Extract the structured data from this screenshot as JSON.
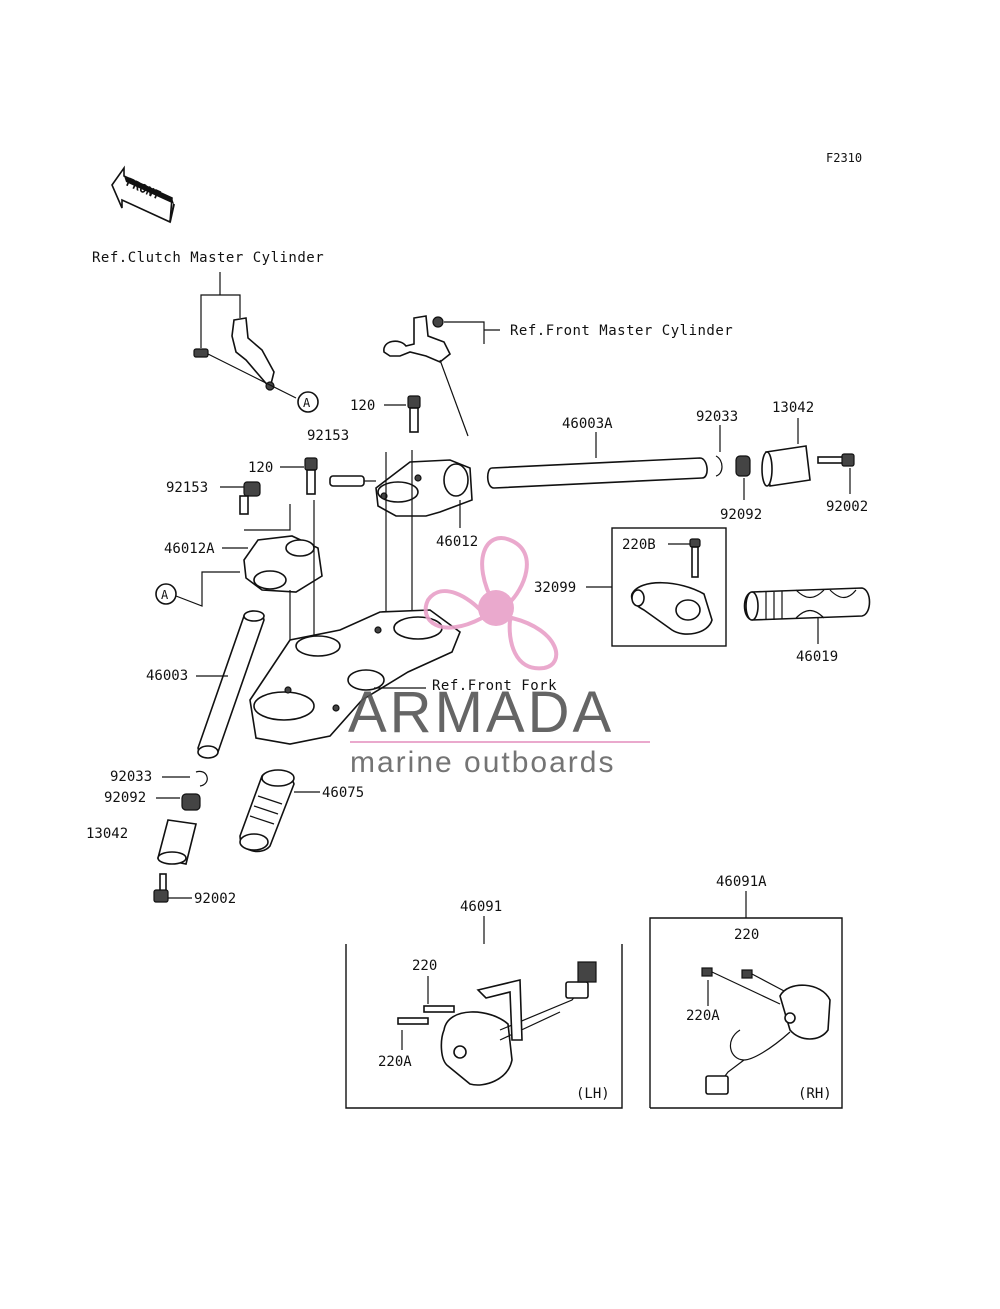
{
  "diagram": {
    "code": "F2310",
    "front_arrow": "FRONT",
    "refs": {
      "clutch": "Ref.Clutch Master Cylinder",
      "front_master": "Ref.Front Master Cylinder",
      "front_fork": "Ref.Front Fork"
    },
    "callout_a": "A",
    "parts": {
      "p120_top": "120",
      "p92153_top": "92153",
      "p120_left": "120",
      "p92153_left": "92153",
      "p46012a": "46012A",
      "p46012": "46012",
      "p46003a": "46003A",
      "p92033_right": "92033",
      "p13042_right": "13042",
      "p92092_right": "92092",
      "p92002_right": "92002",
      "p220b": "220B",
      "p32099": "32099",
      "p46019": "46019",
      "p46003": "46003",
      "p92033_left": "92033",
      "p92092_left": "92092",
      "p13042_left": "13042",
      "p46075": "46075",
      "p92002_left": "92002",
      "p46091": "46091",
      "p220_lh": "220",
      "p220a_lh": "220A",
      "p46091a": "46091A",
      "p220_rh": "220",
      "p220a_rh": "220A"
    },
    "side_labels": {
      "lh": "(LH)",
      "rh": "(RH)"
    },
    "watermark": {
      "brand": "ARMADA",
      "tagline": "marine outboards",
      "brand_color": "#e8a0c8"
    }
  }
}
